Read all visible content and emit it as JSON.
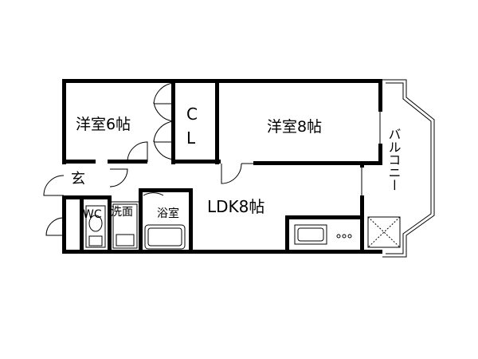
{
  "rooms": {
    "western_room_a": "洋室6帖",
    "closet_c": "C",
    "closet_l": "L",
    "western_room_b": "洋室8帖",
    "entrance": "玄",
    "toilet": "WC",
    "washroom": "洗面",
    "bathroom": "浴室",
    "ldk": "LDK8帖",
    "balcony": "バルコニー"
  }
}
